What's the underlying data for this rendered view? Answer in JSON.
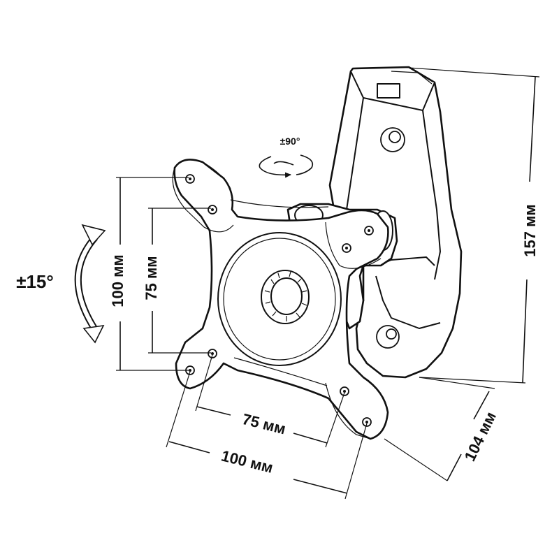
{
  "diagram": {
    "rotation_label": "±90°",
    "tilt_label": "±15°",
    "dimensions": {
      "vertical_outer": "100 мм",
      "vertical_inner": "75 мм",
      "horizontal_inner": "75 мм",
      "horizontal_outer": "100 мм",
      "depth": "104 мм",
      "height": "157 мм"
    },
    "icons": [
      "rotation-arrow-icon",
      "tilt-arrow-icon"
    ],
    "colors": {
      "line": "#111111",
      "background": "#ffffff"
    }
  }
}
